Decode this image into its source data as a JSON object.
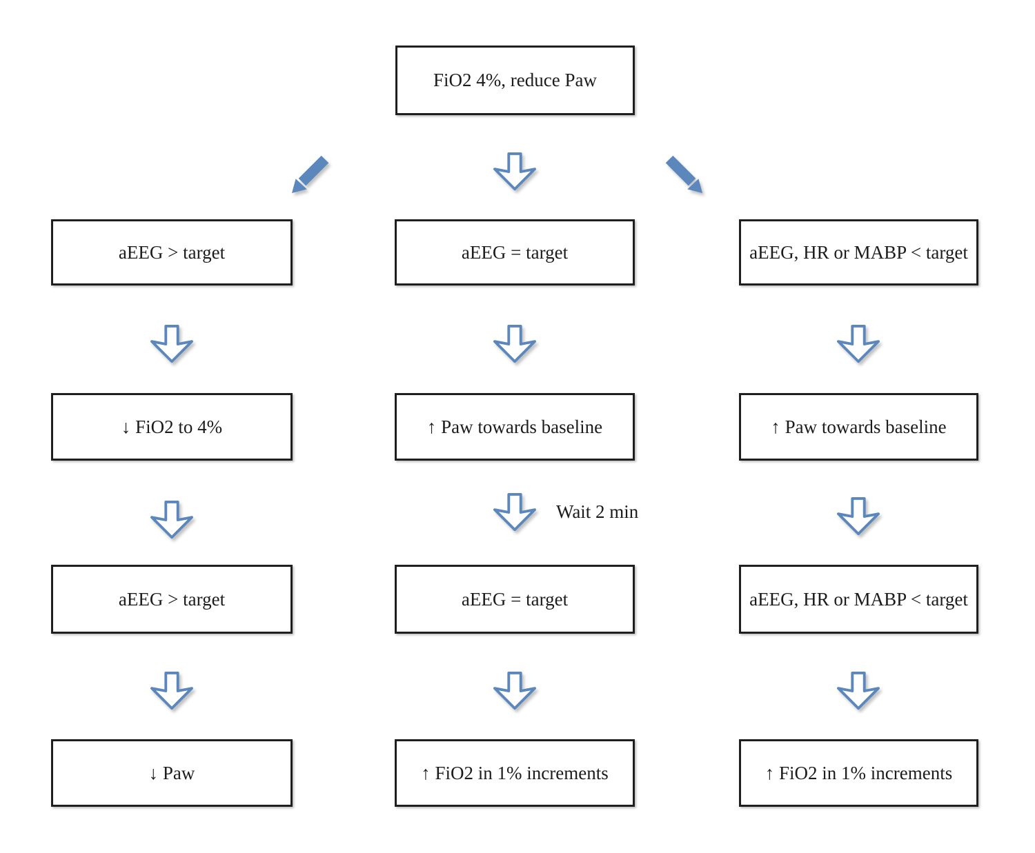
{
  "diagram": {
    "title_box": "FiO2 4%, reduce Paw",
    "wait_label": "Wait 2 min",
    "columns": {
      "left": {
        "row1": "aEEG > target",
        "row2": "↓  FiO2 to 4%",
        "row3": "aEEG > target",
        "row4": "↓ Paw"
      },
      "middle": {
        "row1": "aEEG = target",
        "row2": "↑ Paw towards baseline",
        "row3": "aEEG = target",
        "row4": "↑  FiO2 in 1% increments"
      },
      "right": {
        "row1": "aEEG, HR or MABP < target",
        "row2": "↑ Paw towards baseline",
        "row3": "aEEG, HR or MABP < target",
        "row4": "↑  FiO2 in 1% increments"
      }
    },
    "colors": {
      "arrow_blue": "#5b87bd",
      "box_border": "#1f1f1f",
      "text": "#1c1c1c",
      "background": "#ffffff"
    }
  }
}
